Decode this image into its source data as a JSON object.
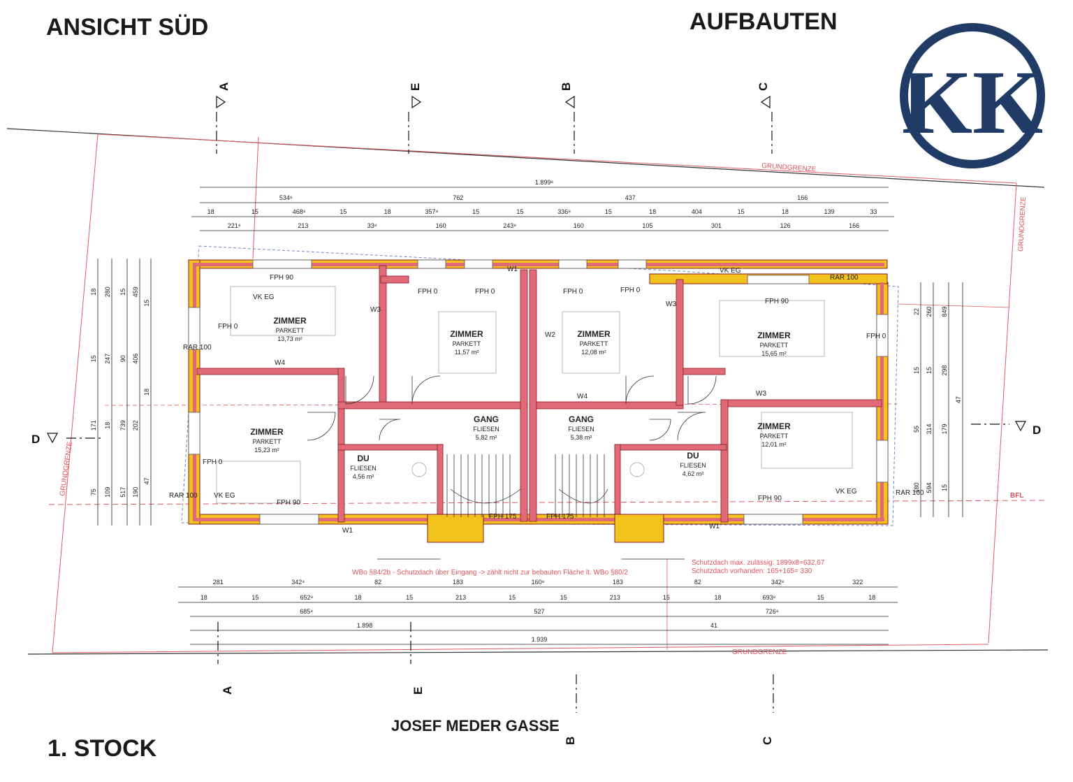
{
  "headings": {
    "view": "ANSICHT SÜD",
    "extensions": "AUFBAUTEN",
    "floor": "1. STOCK",
    "street": "JOSEF MEDER GASSE"
  },
  "logo": {
    "letters": "KK",
    "color": "#1f3b66"
  },
  "colors": {
    "wall_red": "#e06a78",
    "wall_yellow": "#f2c21d",
    "boundary": "#e05a63",
    "dim_line": "#222222"
  },
  "sections": [
    "A",
    "E",
    "B",
    "C",
    "D",
    "D",
    "A",
    "E",
    "B",
    "C"
  ],
  "boundary_labels": [
    "GRUNDGRENZE",
    "GRUNDGRENZE",
    "GRUNDGRENZE",
    "GRUNDGRENZE"
  ],
  "bfl": "BFL",
  "rooms": [
    {
      "name": "ZIMMER",
      "floor": "PARKETT",
      "area": "13,73 m²"
    },
    {
      "name": "ZIMMER",
      "floor": "PARKETT",
      "area": "11,57 m²"
    },
    {
      "name": "ZIMMER",
      "floor": "PARKETT",
      "area": "12,08 m²"
    },
    {
      "name": "ZIMMER",
      "floor": "PARKETT",
      "area": "15,65 m²"
    },
    {
      "name": "ZIMMER",
      "floor": "PARKETT",
      "area": "15,23 m²"
    },
    {
      "name": "GANG",
      "floor": "FLIESEN",
      "area": "5,82 m²"
    },
    {
      "name": "GANG",
      "floor": "FLIESEN",
      "area": "5,38 m²"
    },
    {
      "name": "ZIMMER",
      "floor": "PARKETT",
      "area": "12,01 m²"
    },
    {
      "name": "DU",
      "floor": "FLIESEN",
      "area": "4,56 m²"
    },
    {
      "name": "DU",
      "floor": "FLIESEN",
      "area": "4,62 m²"
    }
  ],
  "labels": [
    "FPH 90",
    "VK EG",
    "FPH 0",
    "FPH 0",
    "FPH 0",
    "FPH 0",
    "W1",
    "VK EG",
    "FPH 90",
    "RAR 100",
    "W3",
    "W3",
    "W4",
    "W2",
    "W4",
    "W3",
    "RAR 100",
    "RAR 100",
    "VK EG",
    "FPH 90",
    "W1",
    "FPH 175",
    "FPH 175",
    "FPH 90",
    "VK EG",
    "RAR 100",
    "W1",
    "FPH 0",
    "FPH 0",
    "FPH 0"
  ],
  "notes": {
    "roof_left": "WBo §84/2b - Schutzdach über Eingang -> zählt nicht zur bebauten Fläche lt. WBo §80/2",
    "roof_right_1": "Schutzdach max. zulässig: 1899x8=632,67",
    "roof_right_2": "Schutzdach vorhanden: 165+165= 330"
  },
  "dims_top": {
    "row1": [
      "1.899⁸"
    ],
    "row2": [
      "534⁸",
      "762",
      "437",
      "166"
    ],
    "row3": [
      "18",
      "15",
      "468⁸",
      "15",
      "18",
      "357⁸",
      "15",
      "15",
      "336⁸",
      "15",
      "18",
      "404",
      "15",
      "18",
      "139",
      "33"
    ],
    "row4": [
      "221⁸",
      "213",
      "33⁸",
      "160",
      "243⁸",
      "160",
      "105",
      "301",
      "126",
      "166"
    ]
  },
  "dims_bottom": {
    "row1": [
      "281",
      "342⁸",
      "82",
      "183",
      "160⁸",
      "183",
      "82",
      "342⁸",
      "322"
    ],
    "row2": [
      "18",
      "15",
      "652⁸",
      "18",
      "15",
      "213",
      "15",
      "15",
      "213",
      "15",
      "18",
      "693⁸",
      "15",
      "18"
    ],
    "row3": [
      "685⁸",
      "527",
      "726⁸"
    ],
    "row4": [
      "1.898",
      "41"
    ],
    "row5": [
      "1.939"
    ]
  },
  "dims_left": [
    "18",
    "15",
    "171",
    "75",
    "280",
    "247",
    "18",
    "109",
    "15",
    "90",
    "739",
    "517",
    "459",
    "406",
    "202",
    "190",
    "15",
    "18",
    "47"
  ],
  "dims_right": [
    "22",
    "15",
    "55",
    "180",
    "260",
    "15",
    "314",
    "594",
    "849",
    "298",
    "179",
    "15",
    "47"
  ]
}
